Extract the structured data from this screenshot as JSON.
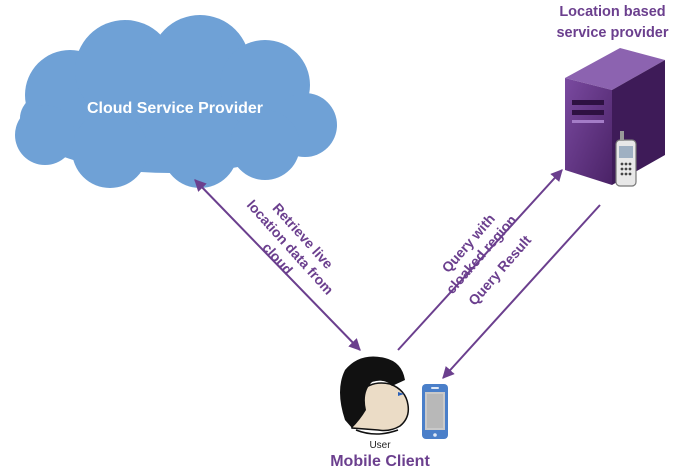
{
  "cloud": {
    "label": "Cloud Service Provider"
  },
  "server": {
    "title_line1": "Location based",
    "title_line2": "service provider"
  },
  "arrows": {
    "retrieve": {
      "line1": "Retrieve live",
      "line2": "location data from",
      "line3": "cloud"
    },
    "query": {
      "line1": "Query with",
      "line2": "cloaked region"
    },
    "result": {
      "line1": "Query Result"
    }
  },
  "client": {
    "user_label": "User",
    "title": "Mobile Client"
  },
  "colors": {
    "cloud": "#6fa1d6",
    "accent": "#6b3f8e",
    "server": "#5a2f78"
  }
}
